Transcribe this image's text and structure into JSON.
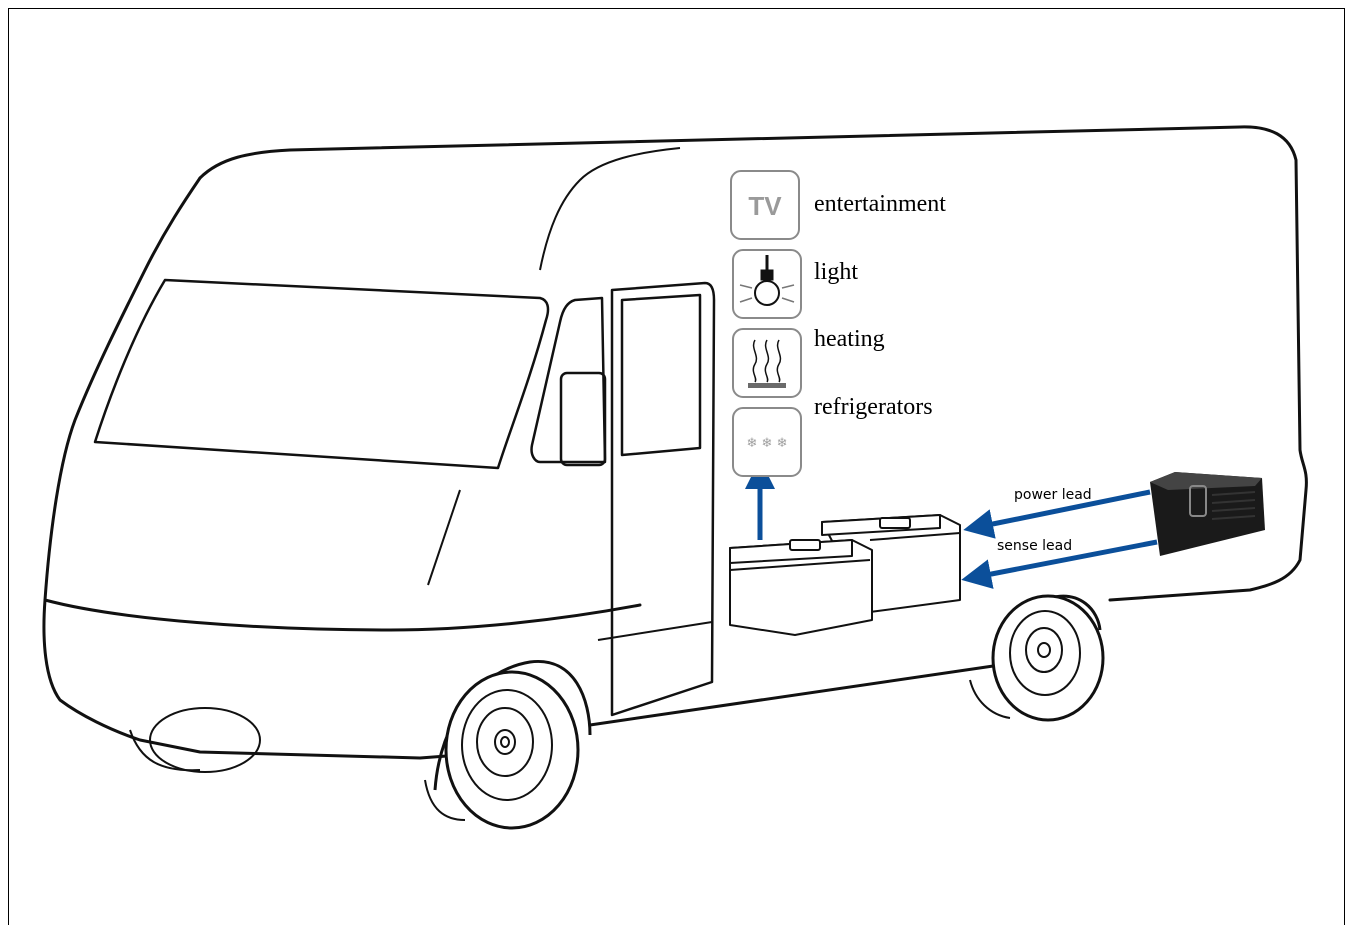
{
  "loads": {
    "entertainment": "entertainment",
    "light": "light",
    "heating": "heating",
    "refrigerators": "refrigerators",
    "tv_icon_text": "TV"
  },
  "leads": {
    "power": "power lead",
    "sense": "sense lead"
  },
  "colors": {
    "arrow": "#0b4f9a",
    "outline": "#111111",
    "icon_gray": "#8a8a8a",
    "charger": "#1a1a1a"
  },
  "icons": [
    "tv-icon",
    "light-bulb-icon",
    "heating-icon",
    "snowflake-icon"
  ]
}
